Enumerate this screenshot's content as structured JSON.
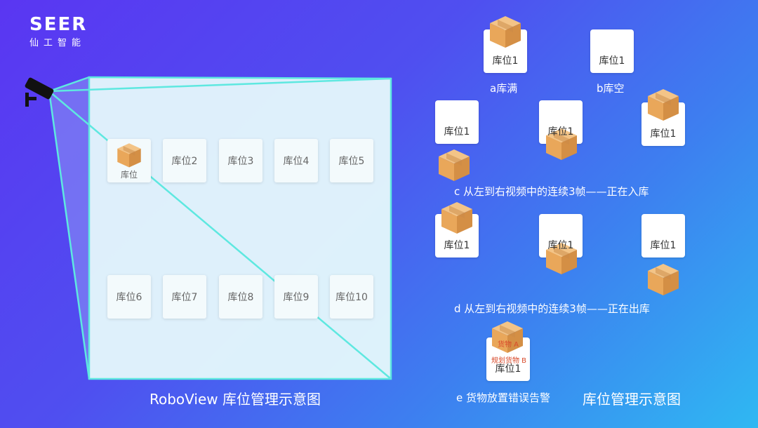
{
  "logo": {
    "brand": "SEER",
    "subtitle": "仙工智能"
  },
  "left": {
    "title": "RoboView 库位管理示意图",
    "slots": [
      "库位",
      "库位2",
      "库位3",
      "库位4",
      "库位5",
      "库位6",
      "库位7",
      "库位8",
      "库位9",
      "库位10"
    ]
  },
  "right": {
    "title": "库位管理示意图",
    "slot_label": "库位1",
    "a": "a库满",
    "b": "b库空",
    "c": "c 从左到右视频中的连续3帧——正在入库",
    "d": "d 从左到右视频中的连续3帧——正在出库",
    "e": "e 货物放置错误告警",
    "e_actual": "货物 A",
    "e_planned": "规划货物 B"
  },
  "colors": {
    "frustum": "#5ee8e0",
    "box": "#e9a75a"
  }
}
